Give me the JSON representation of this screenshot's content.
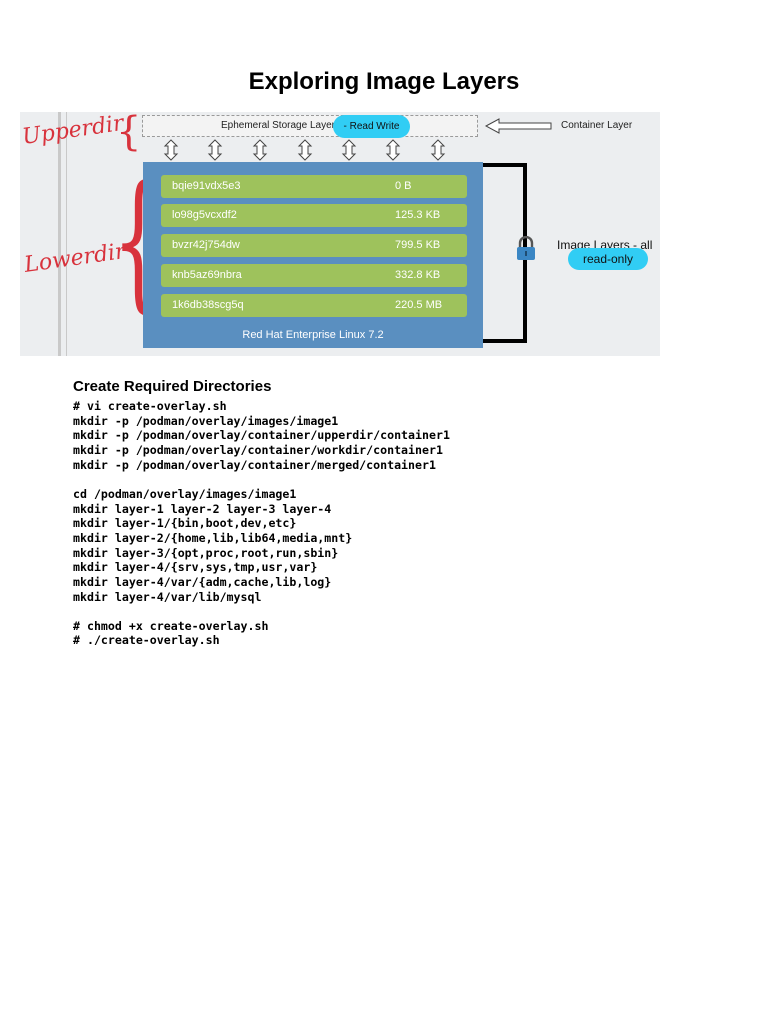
{
  "document": {
    "title": "Exploring Image Layers",
    "section_heading": "Create Required Directories"
  },
  "diagram": {
    "handwritten_upper": "Upperdir",
    "handwritten_lower": "Lowerdir",
    "ephemeral_label": "Ephemeral Storage Layer",
    "read_write_badge": "- Read Write",
    "container_layer_label": "Container Layer",
    "layers": [
      {
        "name": "bqie91vdx5e3",
        "size": "0 B"
      },
      {
        "name": "lo98g5vcxdf2",
        "size": "125.3 KB"
      },
      {
        "name": "bvzr42j754dw",
        "size": "799.5 KB"
      },
      {
        "name": "knb5az69nbra",
        "size": "332.8 KB"
      },
      {
        "name": "1k6db38scg5q",
        "size": "220.5 MB"
      }
    ],
    "base_label": "Red Hat Enterprise Linux 7.2",
    "image_layers_label": "Image Layers - all",
    "read_only_badge": "read-only",
    "icons": [
      "lock-icon",
      "double-arrow-icon",
      "left-arrow-icon"
    ],
    "colors": {
      "image_box": "#5a8fc0",
      "layer": "#9ec25c",
      "badge": "#31cdf4",
      "handwriting": "#d8323c"
    }
  },
  "code_lines": [
    "# vi create-overlay.sh",
    "mkdir -p /podman/overlay/images/image1",
    "mkdir -p /podman/overlay/container/upperdir/container1",
    "mkdir -p /podman/overlay/container/workdir/container1",
    "mkdir -p /podman/overlay/container/merged/container1",
    "",
    "cd /podman/overlay/images/image1",
    "mkdir layer-1 layer-2 layer-3 layer-4",
    "mkdir layer-1/{bin,boot,dev,etc}",
    "mkdir layer-2/{home,lib,lib64,media,mnt}",
    "mkdir layer-3/{opt,proc,root,run,sbin}",
    "mkdir layer-4/{srv,sys,tmp,usr,var}",
    "mkdir layer-4/var/{adm,cache,lib,log}",
    "mkdir layer-4/var/lib/mysql",
    "",
    "# chmod +x create-overlay.sh",
    "# ./create-overlay.sh"
  ]
}
